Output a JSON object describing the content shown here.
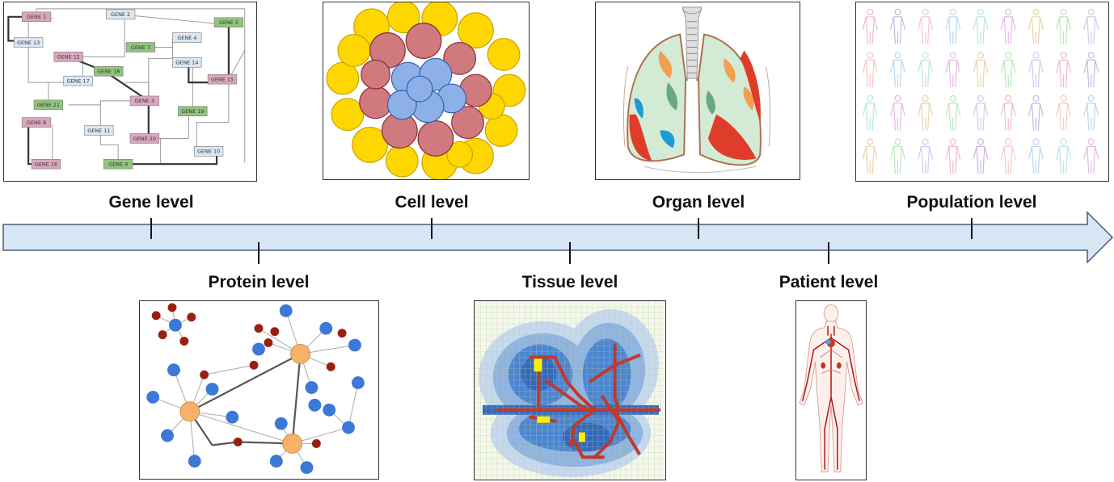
{
  "levels": {
    "gene": "Gene level",
    "protein": "Protein level",
    "cell": "Cell level",
    "tissue": "Tissue level",
    "organ": "Organ level",
    "patient": "Patient level",
    "population": "Population level"
  },
  "gene_network": {
    "nodes": [
      {
        "label": "GENE 1",
        "kind": "pink"
      },
      {
        "label": "GENE 2",
        "kind": "blue"
      },
      {
        "label": "GENE 5",
        "kind": "green"
      },
      {
        "label": "GENE 13",
        "kind": "blue"
      },
      {
        "label": "GENE 4",
        "kind": "blue"
      },
      {
        "label": "GENE 7",
        "kind": "green"
      },
      {
        "label": "GENE 12",
        "kind": "pink"
      },
      {
        "label": "GENE 14",
        "kind": "blue"
      },
      {
        "label": "GENE 18",
        "kind": "green"
      },
      {
        "label": "GENE 17",
        "kind": "blue"
      },
      {
        "label": "GENE 15",
        "kind": "pink"
      },
      {
        "label": "GENE 21",
        "kind": "green"
      },
      {
        "label": "GENE 3",
        "kind": "pink"
      },
      {
        "label": "GENE 19",
        "kind": "green"
      },
      {
        "label": "GENE 8",
        "kind": "pink"
      },
      {
        "label": "GENE 11",
        "kind": "blue"
      },
      {
        "label": "GENE 20",
        "kind": "pink"
      },
      {
        "label": "GENE 10",
        "kind": "blue"
      },
      {
        "label": "GENE 16",
        "kind": "pink"
      },
      {
        "label": "GENE 9",
        "kind": "green"
      }
    ]
  },
  "colors": {
    "timeline_fill": "#d6e6f4",
    "timeline_stroke": "#4a5d73",
    "gene_pink": "#d9a7be",
    "gene_blue": "#dce8f4",
    "gene_green": "#93c47d",
    "protein_hub": "#f6b26b",
    "protein_blue": "#3c78d8",
    "protein_red": "#99200f",
    "cell_yellow": "#ffd700",
    "cell_pink": "#d07a7f",
    "cell_blue": "#8eb0e8",
    "vessel_red": "#c0392b"
  }
}
